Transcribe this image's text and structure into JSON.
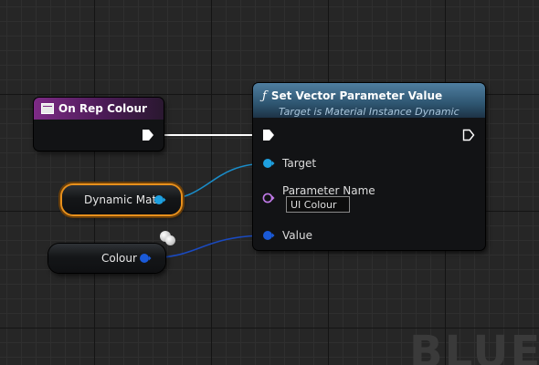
{
  "event_node": {
    "title": "On Rep Colour"
  },
  "function_node": {
    "title": "Set Vector Parameter Value",
    "subtitle": "Target is Material Instance Dynamic",
    "pins": {
      "target": "Target",
      "parameter_name": "Parameter Name",
      "parameter_value": "UI Colour",
      "value": "Value"
    }
  },
  "variables": {
    "dynamic_mat": "Dynamic Mat",
    "colour": "Colour"
  },
  "watermark": "BLUEPRINT",
  "colors": {
    "exec": "#ffffff",
    "object_pin": "#1ea0e0",
    "name_pin": "#c07ae8",
    "vector_pin": "#1a5ad8",
    "selection": "#e8901c",
    "event_header": "#7d2a86",
    "function_header": "#4f7ea0"
  }
}
